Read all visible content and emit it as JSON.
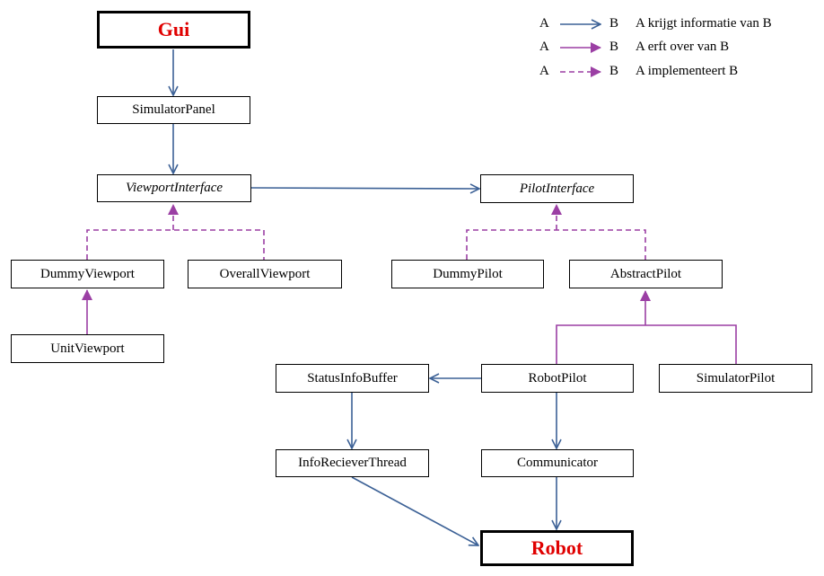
{
  "classes": {
    "gui": "Gui",
    "simulator_panel": "SimulatorPanel",
    "viewport_interface": "ViewportInterface",
    "pilot_interface": "PilotInterface",
    "dummy_viewport": "DummyViewport",
    "overall_viewport": "OverallViewport",
    "unit_viewport": "UnitViewport",
    "dummy_pilot": "DummyPilot",
    "abstract_pilot": "AbstractPilot",
    "status_info_buffer": "StatusInfoBuffer",
    "robot_pilot": "RobotPilot",
    "simulator_pilot": "SimulatorPilot",
    "info_reciever_thread": "InfoRecieverThread",
    "communicator": "Communicator",
    "robot": "Robot"
  },
  "legend": [
    {
      "a": "A",
      "b": "B",
      "text": "A krijgt informatie  van B",
      "style": "info"
    },
    {
      "a": "A",
      "b": "B",
      "text": "A erft over van B",
      "style": "inherit"
    },
    {
      "a": "A",
      "b": "B",
      "text": "A implementeert  B",
      "style": "implement"
    }
  ],
  "colors": {
    "info_arrow": "#3c6196",
    "inherit_arrow": "#9b3fa4",
    "highlight_text": "#e00000",
    "border": "#000000"
  }
}
